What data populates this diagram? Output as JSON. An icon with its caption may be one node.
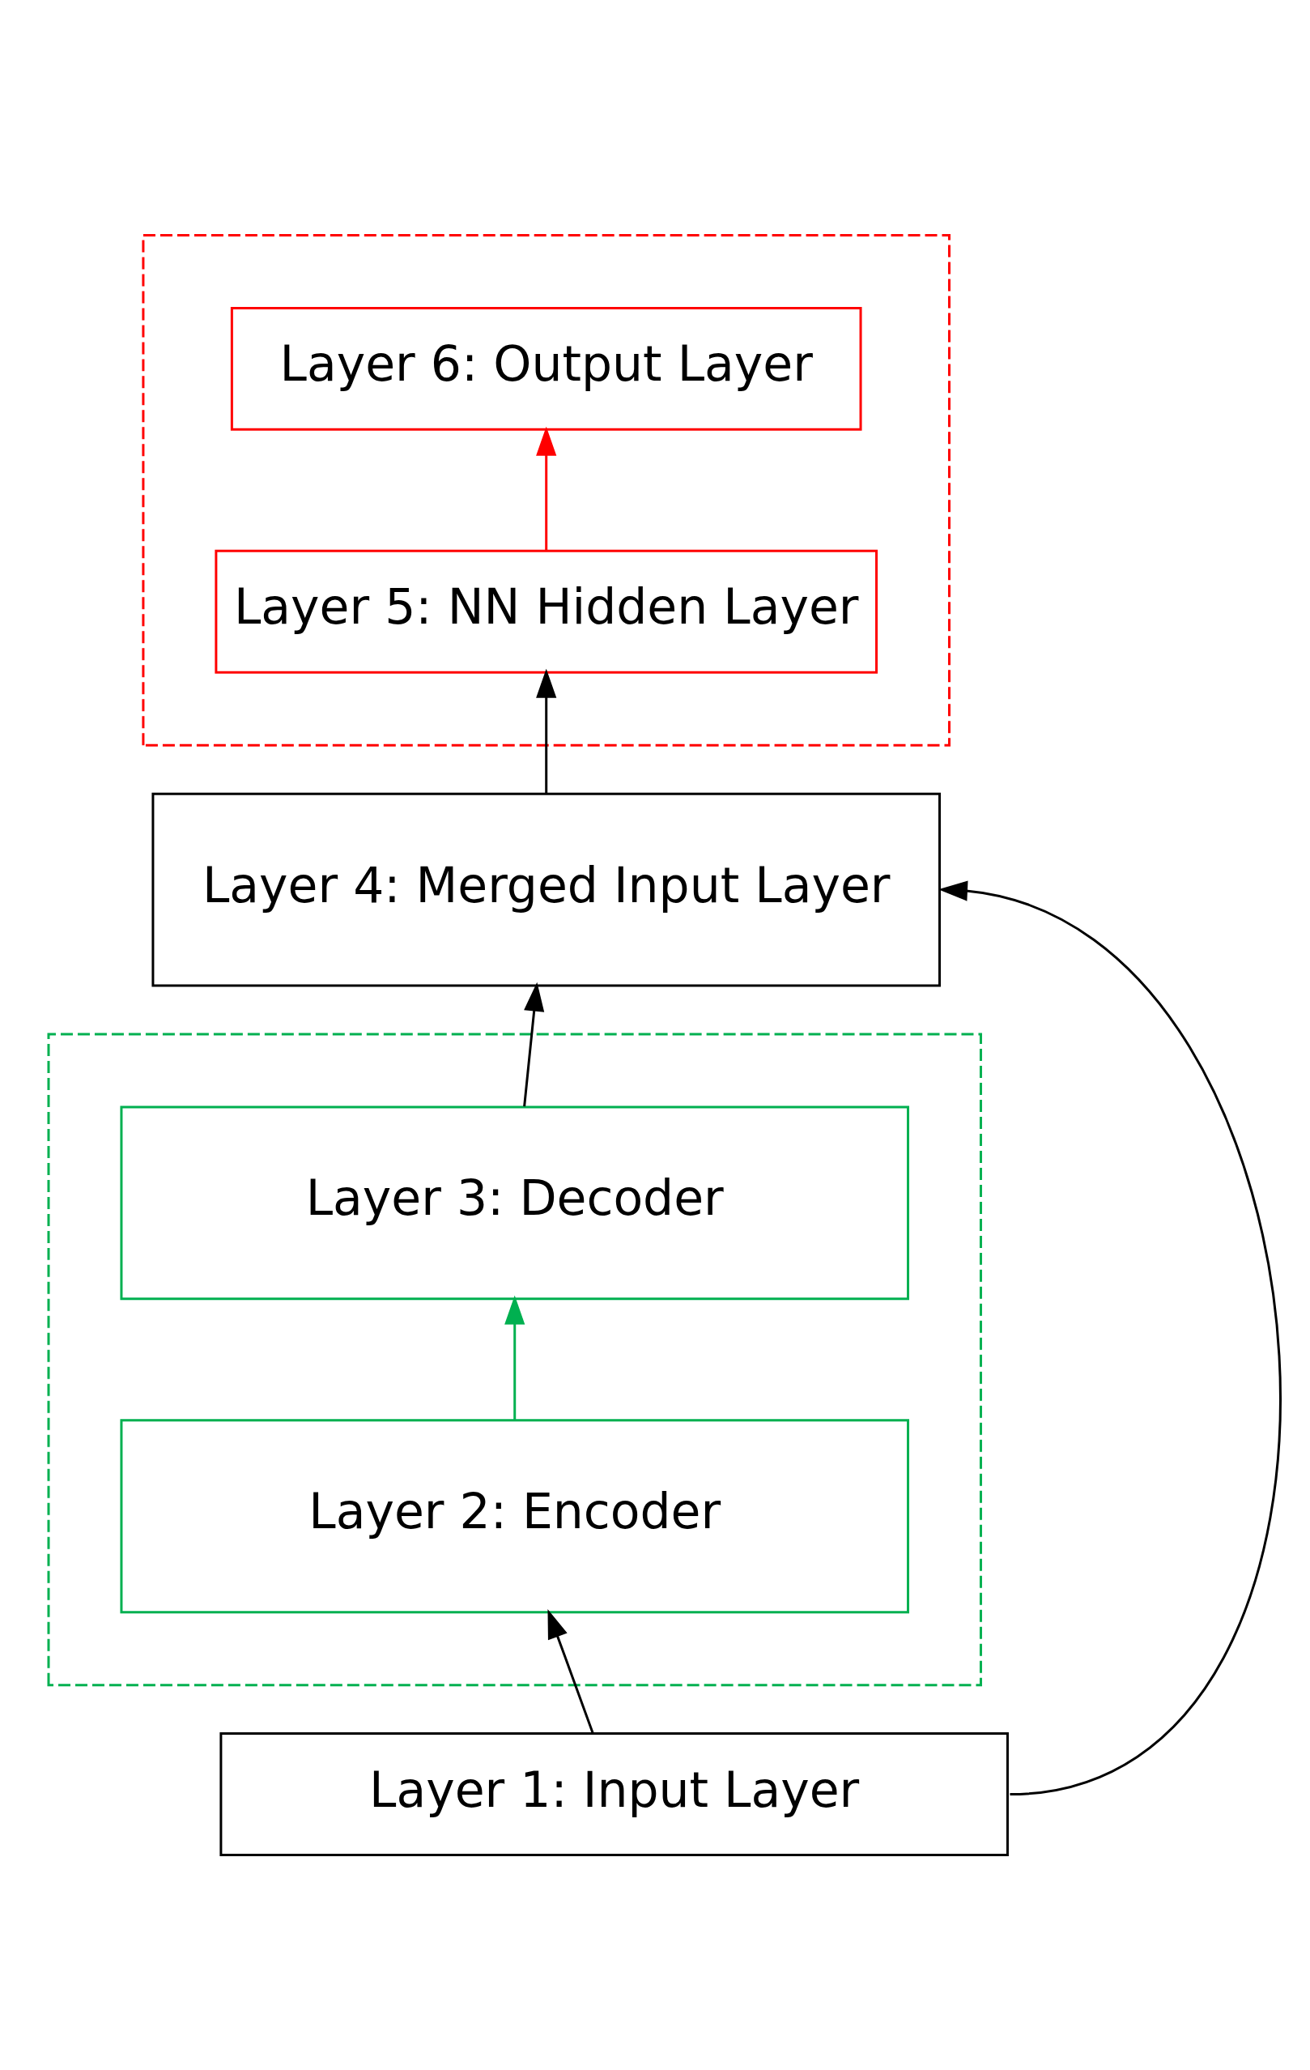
{
  "diagram": {
    "nodes": [
      {
        "text": [],
        "shape": "box"
      },
      {
        "text": [
          "Layer 6: Output Layer"
        ],
        "in": 0
      },
      {
        "text": [
          "Layer 5: NN Hidden Layer"
        ],
        "in": 0
      },
      {
        "text": [
          "Layer 4: Merged Input Layer"
        ]
      },
      {
        "text": [],
        "shape": "box"
      },
      {
        "text": [
          "Layer 3: Decoder"
        ],
        "in": 4
      },
      {
        "text": [
          "Layer 2: Encoder"
        ],
        "in": 4
      },
      {
        "text": [
          "Layer 1: Input Layer"
        ]
      }
    ],
    "edges": [
      {
        "from": 2,
        "to": 1,
        "arrow": "to",
        "color": "#ff0000"
      },
      {
        "from": 3,
        "to": 2,
        "arrow": "to"
      },
      {
        "from": 5,
        "to": 3,
        "arrow": "to"
      },
      {
        "from": 6,
        "to": 5,
        "arrow": "to",
        "color": "#00b050"
      },
      {
        "from": 7,
        "to": 6,
        "arrow": "to"
      },
      {
        "from": 7,
        "to": 3,
        "arrow": "to"
      }
    ]
  }
}
